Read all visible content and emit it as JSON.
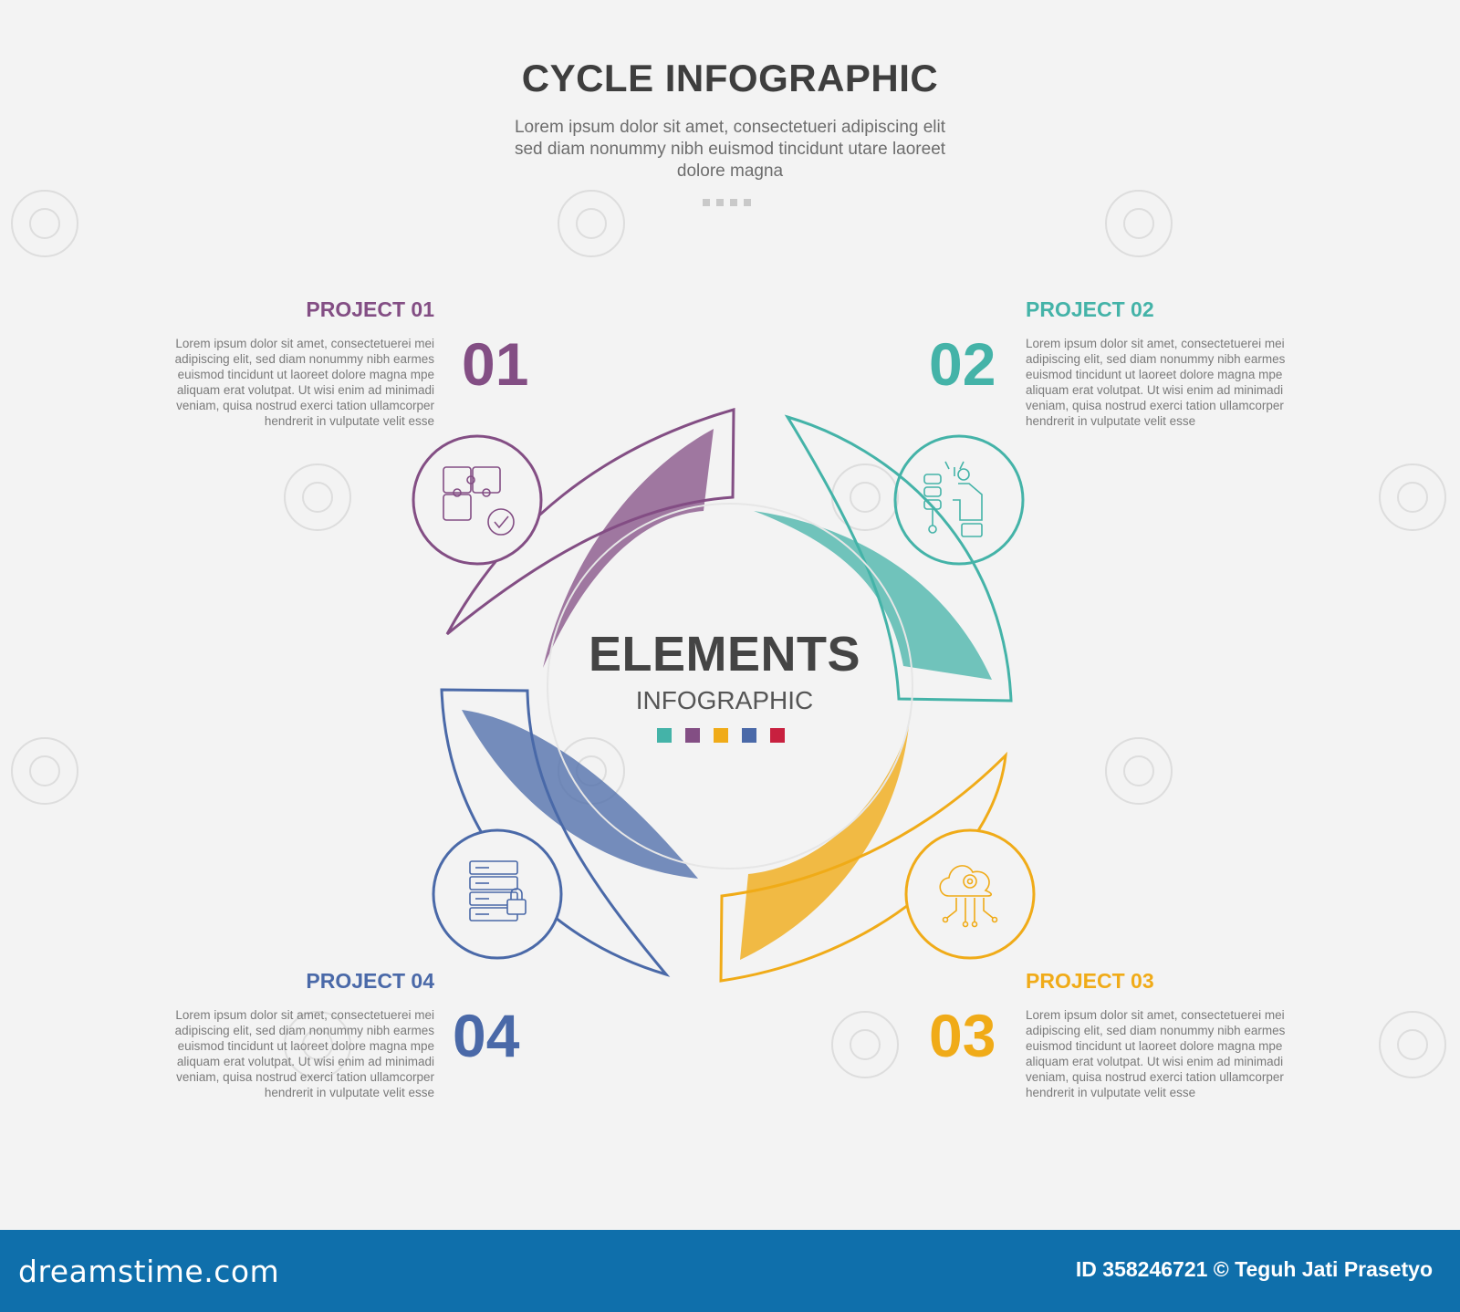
{
  "header": {
    "title": "CYCLE INFOGRAPHIC",
    "subtitle": "Lorem ipsum dolor sit amet, consectetueri adipiscing elit sed diam nonummy nibh euismod tincidunt utare laoreet dolore magna"
  },
  "center": {
    "title": "ELEMENTS",
    "subtitle": "INFOGRAPHIC",
    "dot_colors": [
      "#44b3a8",
      "#834e84",
      "#f0ab18",
      "#4a69a8",
      "#c8203f"
    ]
  },
  "projects": [
    {
      "title": "PROJECT 01",
      "number": "01",
      "description": "Lorem ipsum dolor sit amet, consectetuerei mei adipiscing elit, sed diam nonummy nibh earmes euismod tincidunt ut laoreet dolore magna mpe aliquam erat volutpat. Ut wisi enim ad minimadi veniam, quisa nostrud exerci tation ullamcorper hendrerit in vulputate velit esse",
      "icon": "puzzle-check-icon",
      "color": "#834e84"
    },
    {
      "title": "PROJECT 02",
      "number": "02",
      "description": "Lorem ipsum dolor sit amet, consectetuerei mei adipiscing elit, sed diam nonummy nibh earmes euismod tincidunt ut laoreet dolore magna mpe aliquam erat volutpat. Ut wisi enim ad minimadi veniam, quisa nostrud exerci tation ullamcorper hendrerit in vulputate velit esse",
      "icon": "robot-hand-icon",
      "color": "#44b3a8"
    },
    {
      "title": "PROJECT 03",
      "number": "03",
      "description": "Lorem ipsum dolor sit amet, consectetuerei mei adipiscing elit, sed diam nonummy nibh earmes euismod tincidunt ut laoreet dolore magna mpe aliquam erat volutpat. Ut wisi enim ad minimadi veniam, quisa nostrud exerci tation ullamcorper hendrerit in vulputate velit esse",
      "icon": "cloud-gear-icon",
      "color": "#f0ab18"
    },
    {
      "title": "PROJECT 04",
      "number": "04",
      "description": "Lorem ipsum dolor sit amet, consectetuerei mei adipiscing elit, sed diam nonummy nibh earmes euismod tincidunt ut laoreet dolore magna mpe aliquam erat volutpat. Ut wisi enim ad minimadi veniam, quisa nostrud exerci tation ullamcorper hendrerit in vulputate velit esse",
      "icon": "server-lock-icon",
      "color": "#4a69a8"
    }
  ],
  "footer": {
    "site": "dreamstime.com",
    "id_text": "ID 358246721 © Teguh Jati Prasetyo"
  }
}
